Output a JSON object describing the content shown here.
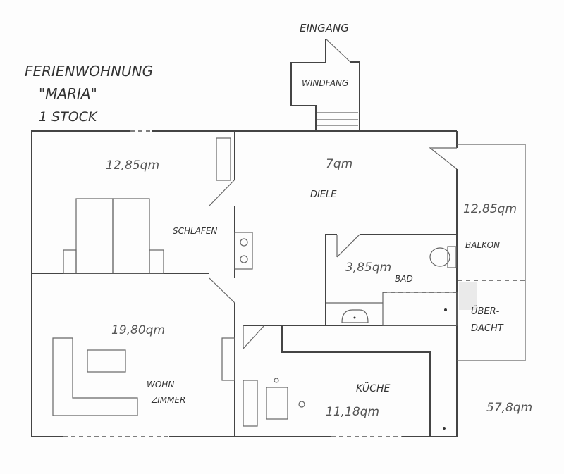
{
  "title": {
    "line1": "FERIENWOHNUNG",
    "line2": "\"MARIA\"",
    "line3": "1 STOCK"
  },
  "entrance": "EINGANG",
  "rooms": {
    "windfang": "WINDFANG",
    "schlafen": {
      "name": "SCHLAFEN",
      "area": "12,85qm"
    },
    "diele": {
      "name": "DIELE",
      "area": "7qm"
    },
    "balkon": {
      "name": "BALKON",
      "area": "12,85qm"
    },
    "bad": {
      "name": "BAD",
      "area": "3,85qm"
    },
    "ueberdacht": {
      "line1": "ÜBER-",
      "line2": "DACHT"
    },
    "wohnzimmer": {
      "line1": "WOHN-",
      "line2": "ZIMMER",
      "area": "19,80qm"
    },
    "kueche": {
      "name": "KÜCHE",
      "area": "11,18qm"
    }
  },
  "total_area": "57,8qm"
}
